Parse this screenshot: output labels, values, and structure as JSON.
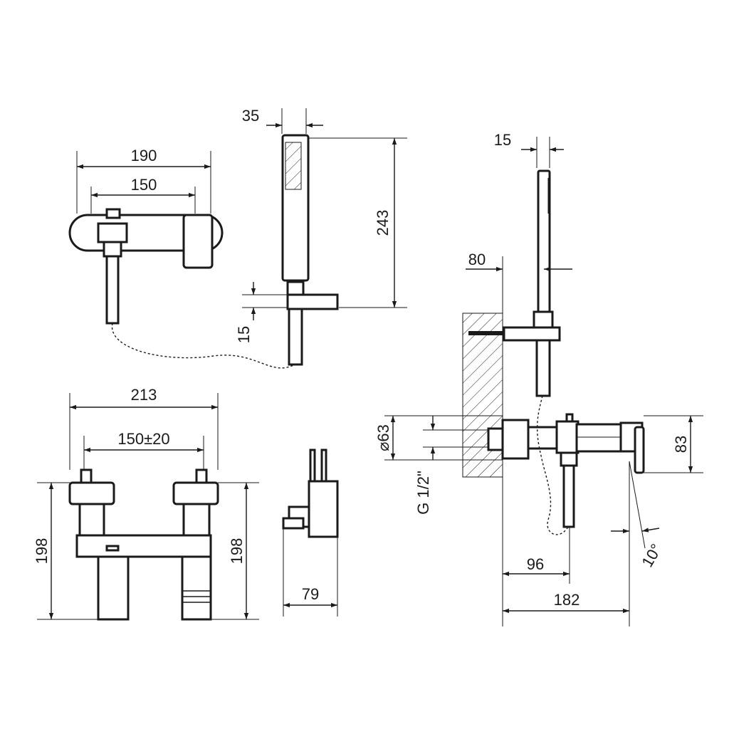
{
  "dimensions": {
    "mixer_width_outer": "190",
    "mixer_width_inner": "150",
    "handshower_width": "35",
    "handshower_length": "243",
    "holder_offset": "15",
    "side_handle_width": "15",
    "side_wall_offset": "80",
    "front_width": "213",
    "front_centers": "150±20",
    "front_height_left": "198",
    "front_height_right": "198",
    "holder_depth": "79",
    "flange_diameter": "⌀63",
    "thread": "G 1/2\"",
    "side_height": "83",
    "spout_offset": "96",
    "side_projection": "182",
    "spout_angle": "10°"
  }
}
